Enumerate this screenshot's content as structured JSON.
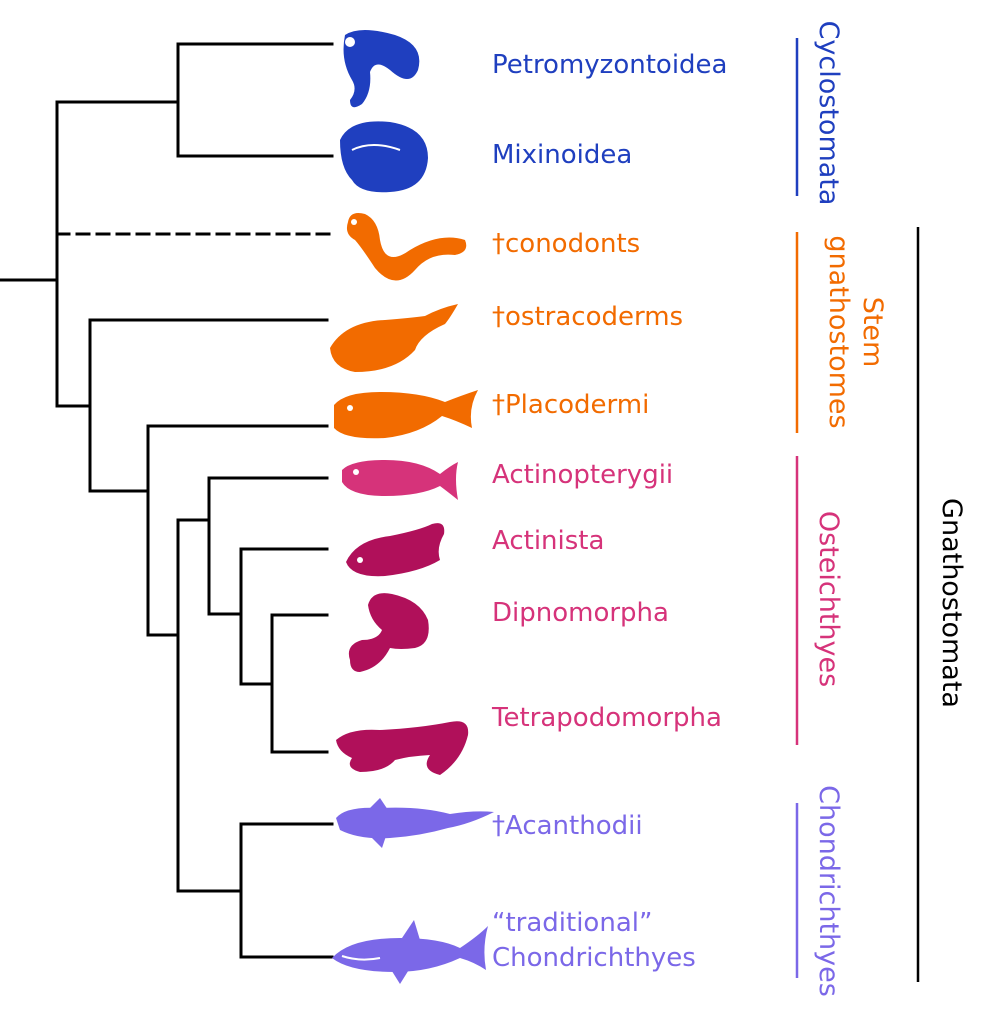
{
  "colors": {
    "cyclostomata": "#1f3fbf",
    "stem": "#f26b00",
    "osteichthyes": "#d6337a",
    "osteichthyes_dark": "#b0105a",
    "chondrichthyes": "#7b68e8",
    "gnathostomata": "#000000",
    "tree": "#000000"
  },
  "taxa": [
    {
      "id": "petromyzontoidea",
      "label": "Petromyzontoidea",
      "silhouette": "lamprey-silhouette"
    },
    {
      "id": "mixinoidea",
      "label": "Mixinoidea",
      "silhouette": "hagfish-silhouette"
    },
    {
      "id": "conodonts",
      "label": "†conodonts",
      "silhouette": "conodont-silhouette"
    },
    {
      "id": "ostracoderms",
      "label": "†ostracoderms",
      "silhouette": "ostracoderm-silhouette"
    },
    {
      "id": "placodermi",
      "label": "†Placodermi",
      "silhouette": "placoderm-silhouette"
    },
    {
      "id": "actinopterygii",
      "label": "Actinopterygii",
      "silhouette": "ray-finned-fish-silhouette"
    },
    {
      "id": "actinista",
      "label": "Actinista",
      "silhouette": "coelacanth-silhouette"
    },
    {
      "id": "dipnomorpha",
      "label": "Dipnomorpha",
      "silhouette": "lungfish-silhouette"
    },
    {
      "id": "tetrapodomorpha",
      "label": "Tetrapodomorpha",
      "silhouette": "tetrapodomorph-silhouette"
    },
    {
      "id": "acanthodii",
      "label": "†Acanthodii",
      "silhouette": "acanthodian-silhouette"
    },
    {
      "id": "chondrichthyes",
      "label_line1": "“traditional”",
      "label_line2": "Chondrichthyes",
      "silhouette": "shark-silhouette"
    }
  ],
  "groups": {
    "cyclostomata": "Cyclostomata",
    "stem_line1": "Stem",
    "stem_line2": "gnathostomes",
    "osteichthyes": "Osteichthyes",
    "chondrichthyes": "Chondrichthyes",
    "gnathostomata": "Gnathostomata"
  }
}
